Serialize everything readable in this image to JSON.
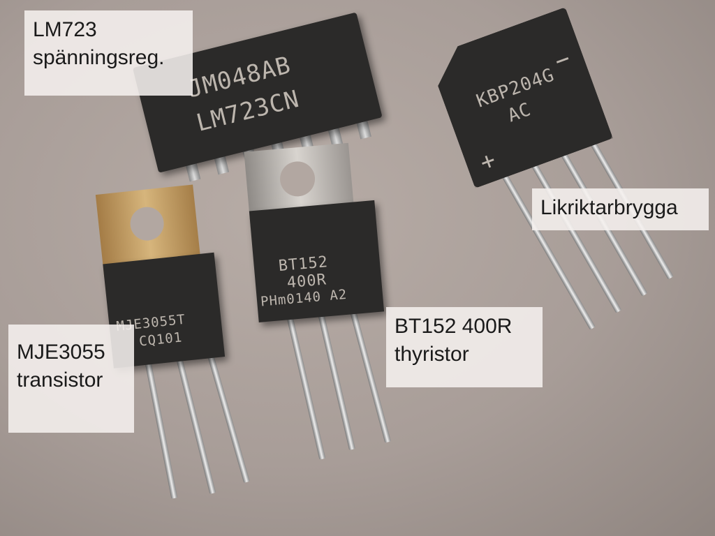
{
  "labels": {
    "lm723": [
      "LM723",
      "spänningsreg."
    ],
    "bridge": "Likriktarbrygga",
    "thyristor": [
      "BT152 400R",
      "thyristor"
    ],
    "transistor": [
      "MJE3055",
      "transistor"
    ]
  },
  "markings": {
    "lm723": [
      "JM048AB",
      "LM723CN"
    ],
    "bridge": [
      "KBP204G",
      "AC",
      "+",
      "−"
    ],
    "thyristor": [
      "BT152",
      "400R",
      "PHm0140  A2"
    ],
    "transistor": [
      "MJE3055T",
      "CQ101"
    ]
  }
}
